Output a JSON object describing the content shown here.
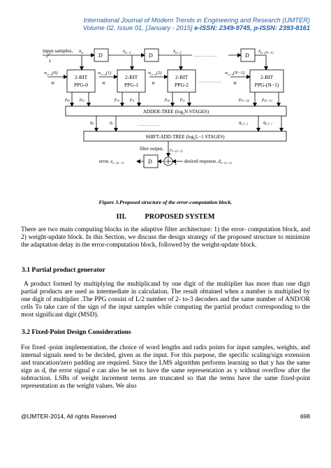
{
  "header": {
    "line1": "International Journal of Modern Trends in Engineering and Research (IJMTER)",
    "line2_volume": "Volume 02, Issue 01, [January - 2015]",
    "line2_issn": "e-ISSN: 2349-9745, p-ISSN: 2393-8161"
  },
  "figure": {
    "input_label": "input samples,",
    "input_symbol": "x",
    "input_sub": "n",
    "input_l": "L",
    "delay_label": "D",
    "x_labels": [
      "x",
      "x",
      "x",
      "x"
    ],
    "x_subs": [
      "n",
      "n−1",
      "n−2",
      "n−(N−1)"
    ],
    "w_symbol": "w",
    "w_args": [
      "(0)",
      "(1)",
      "(2)",
      "(N−1)"
    ],
    "w_sub": "n−n",
    "w_W": "W",
    "ppg_title": "2-BIT",
    "ppg_names": [
      "PPG-0",
      "PPG-1",
      "PPG-2",
      "PPG-(N−1)"
    ],
    "ellipsis": "……………",
    "p_labels": [
      "p",
      "p",
      "p",
      "p"
    ],
    "p_subs": [
      "00",
      "01",
      "10",
      "11",
      "20",
      "21",
      "(N−1)0",
      "(N−1)1"
    ],
    "adder_tree": "ADDER-TREE (log",
    "adder_tree_sub": "2",
    "adder_tree_tail": "N STAGES)",
    "q_labels": [
      "q",
      "q",
      "q",
      "q"
    ],
    "q_subs": [
      "0",
      "1",
      "L/2−2",
      "L/2−1"
    ],
    "shift_tree": "SHIFT-ADD-TREE (log",
    "shift_tree_sub": "2",
    "shift_tree_tail": "L−1 STAGES)",
    "filter_output": "filter output,",
    "y_symbol": "y",
    "y_sub": "n−(n−2)",
    "error_label": "error,",
    "e_symbol": "e",
    "e_sub": "n−(n−1)",
    "desired_label": "desired response,",
    "d_symbol": "d",
    "d_sub": "n−(n−2)",
    "sum_plus": "+",
    "sum_minus": "−"
  },
  "caption": "Figure 3.Proposed structure of the error-computation block.",
  "section": {
    "number": "III.",
    "title": "PROPOSED SYSTEM",
    "intro": "There are two main computing blocks in the adaptive filter architecture: 1) the error- computation block, and 2) weight-update block. In this Section, we discuss the design strategy of the proposed structure to minimize the adaptation delay in the error-computation block, followed by the weight-update block."
  },
  "subsection1": {
    "heading": "3.1 Partial product generator",
    "body": "A product formed by multiplying the multiplicand by one digit of the multiplier has more than one digit partial products are used as intermediate in calculation. The result obtained when a number is multiplied by one digit of multiplier .The PPG consist of L/2 number of 2- to-3 decoders and the same number of AND/OR cells To take care of the sign of the input samples while computing the partial product corresponding to the most significant digit (MSD)."
  },
  "subsection2": {
    "heading": "3.2 Fixed-Point Design Considerations",
    "body": "For fixed -point implementation, the choice of word lengths and radix points for input samples, weights, and internal signals need to be decided, given as the input. For this purpose, the specific scaling/sign extension and truncation/zero padding are required. Since the LMS algorithm performs learning so that y has the same sign as d, the error signal e can also be set to have the same representation as y without overflow after the subtraction. LSBs of weight increment terms are truncated so that the terms have the same fixed-point representation as the weight values. We also"
  },
  "footer": {
    "copyright": "@IJMTER-2014, All rights Reserved",
    "page": "698"
  }
}
